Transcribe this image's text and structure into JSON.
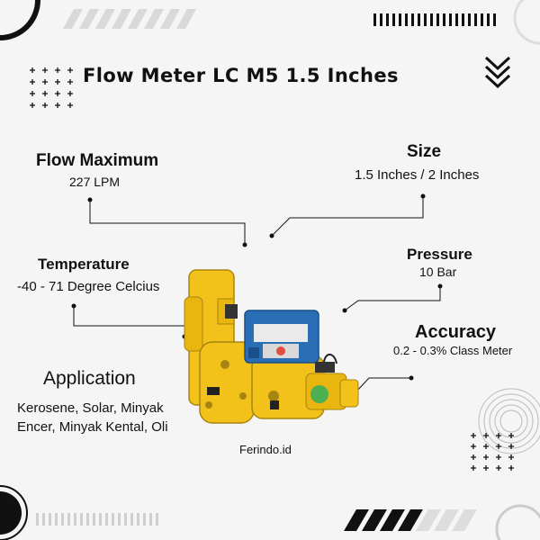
{
  "title": "Flow Meter LC M5 1.5 Inches",
  "specs": {
    "flow": {
      "label": "Flow Maximum",
      "value": "227 LPM"
    },
    "size": {
      "label": "Size",
      "value": "1.5 Inches / 2 Inches"
    },
    "temperature": {
      "label": "Temperature",
      "value": "-40 - 71 Degree Celcius"
    },
    "pressure": {
      "label": "Pressure",
      "value": "10 Bar"
    },
    "accuracy": {
      "label": "Accuracy",
      "value": "0.2 - 0.3% Class Meter"
    }
  },
  "application": {
    "label": "Application",
    "lines": [
      "Kerosene, Solar, Minyak",
      "Encer, Minyak Kental, Oli"
    ]
  },
  "brand": "Ferindo.id",
  "colors": {
    "accent": "#f2c21b",
    "meter_blue": "#2a6eb5",
    "text": "#111111"
  }
}
